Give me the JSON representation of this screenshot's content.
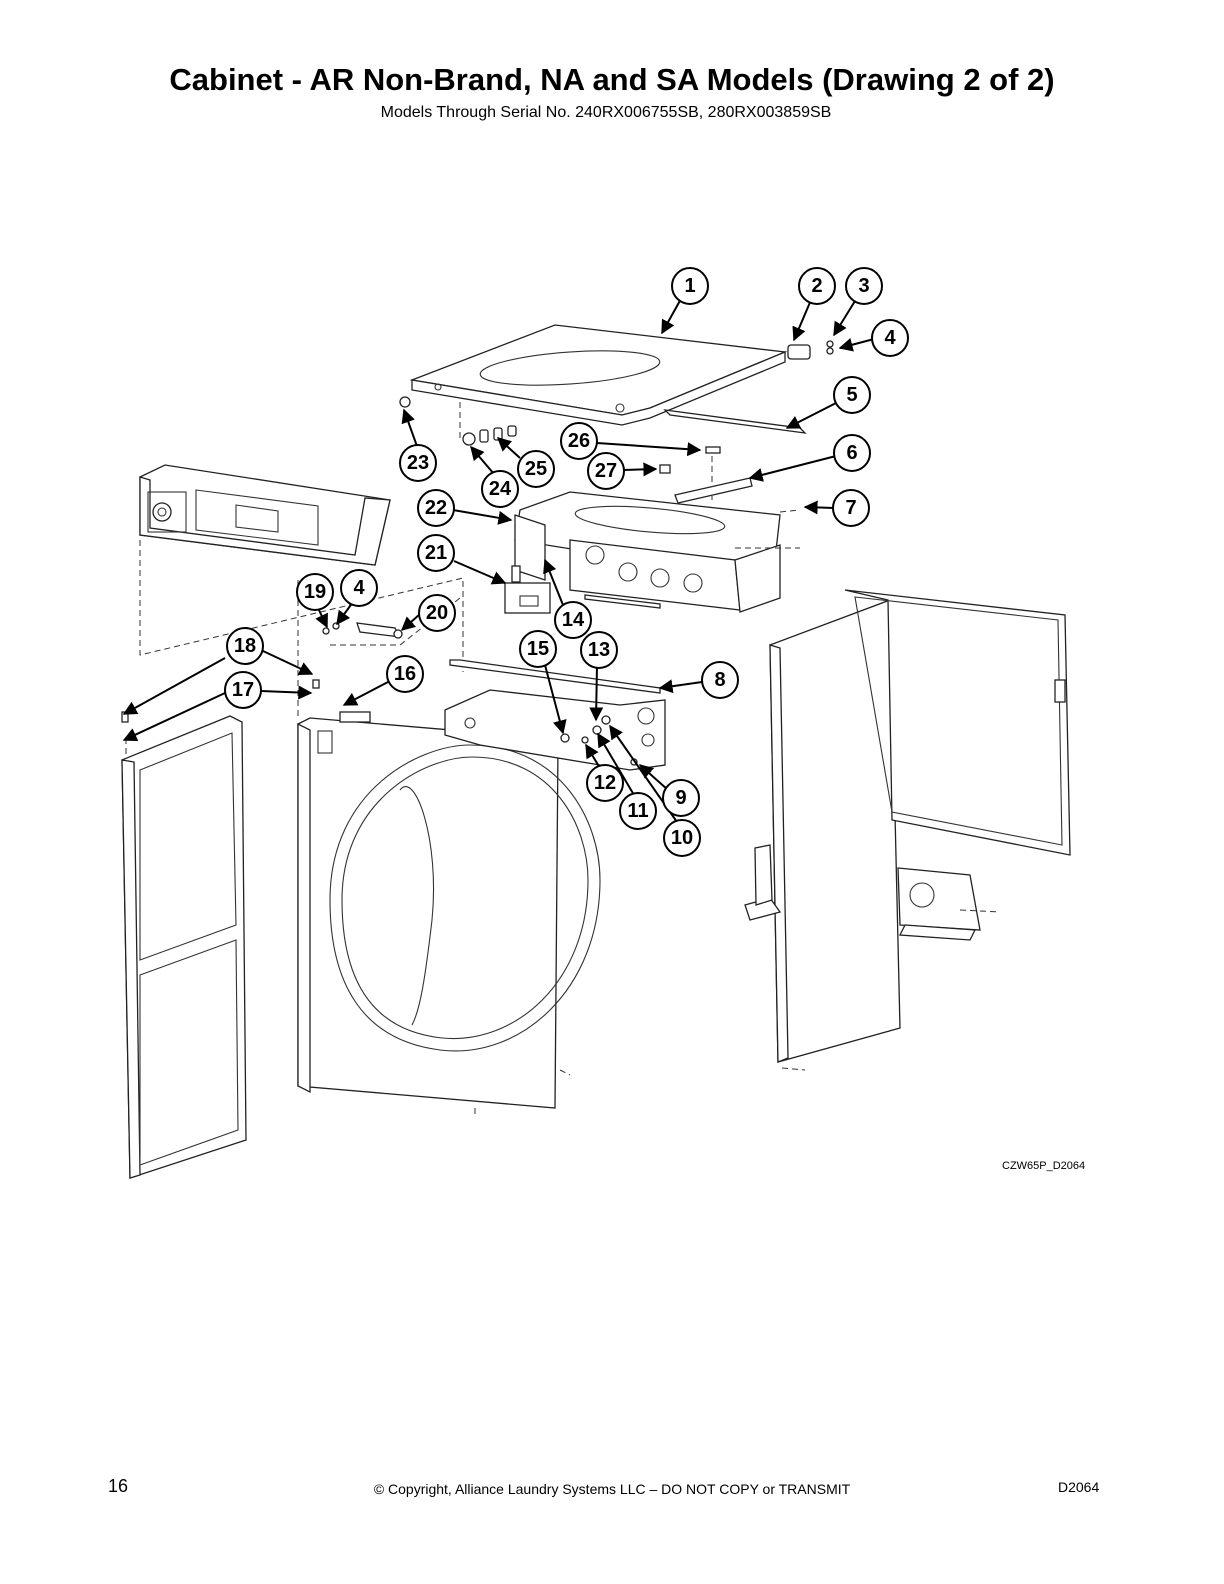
{
  "header": {
    "title": "Cabinet - AR Non-Brand, NA and SA Models (Drawing 2 of 2)",
    "subtitle": "Models Through Serial No. 240RX006755SB, 280RX003859SB"
  },
  "figure": {
    "drawing_code": "CZW65P_D2064",
    "callouts": [
      "1",
      "2",
      "3",
      "4",
      "5",
      "6",
      "7",
      "8",
      "9",
      "10",
      "11",
      "12",
      "13",
      "14",
      "15",
      "16",
      "17",
      "18",
      "19",
      "4",
      "20",
      "21",
      "22",
      "23",
      "24",
      "25",
      "26",
      "27"
    ]
  },
  "footer": {
    "page_number": "16",
    "copyright": "© Copyright, Alliance Laundry Systems LLC – DO NOT COPY or TRANSMIT",
    "doc_id": "D2064"
  }
}
